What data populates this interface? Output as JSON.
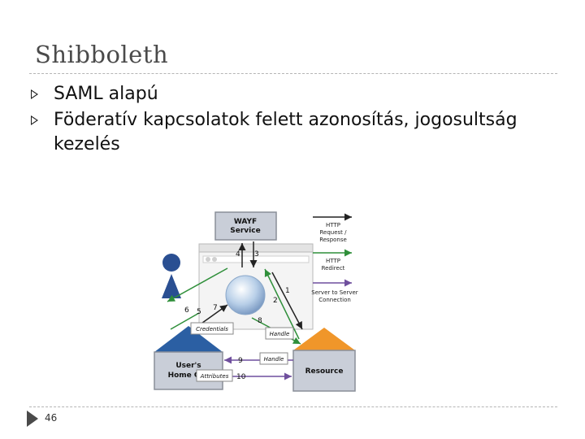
{
  "slide": {
    "title": "Shibboleth",
    "bullets": [
      "SAML alapú",
      "Föderatív kapcsolatok felett azonosítás, jogosultság kezelés"
    ],
    "page_number": "46"
  },
  "diagram": {
    "wayf": [
      "WAYF",
      "Service"
    ],
    "home_org": [
      "User's",
      "Home Org"
    ],
    "resource": "Resource",
    "labels": {
      "credentials": "Credentials",
      "handle": "Handle",
      "attributes": "Attributes"
    },
    "steps": [
      "1",
      "2",
      "3",
      "4",
      "5",
      "6",
      "7",
      "8",
      "9",
      "10"
    ],
    "legend": {
      "http_request": [
        "HTTP",
        "Request /",
        "Response"
      ],
      "http_redirect": [
        "HTTP",
        "Redirect"
      ],
      "server_connection": [
        "Server to Server",
        "Connection"
      ]
    },
    "colors": {
      "black_arrow": "#222222",
      "green_arrow": "#2f8f3a",
      "purple_arrow": "#6f4f9d",
      "home_roof": "#2b5fa3",
      "resource_roof": "#f0962a",
      "user_icon": "#2a4f92"
    }
  }
}
